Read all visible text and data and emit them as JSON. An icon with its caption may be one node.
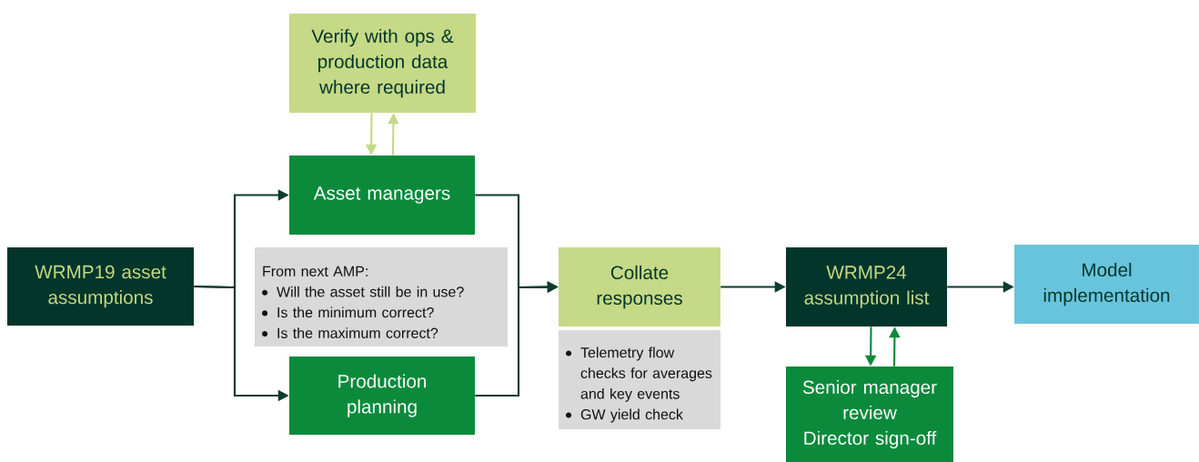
{
  "diagram": {
    "nodes": [
      {
        "text": [
          "WRMP19 asset assumptions"
        ]
      },
      {
        "text": [
          "Verify with ops & production data where required"
        ]
      },
      {
        "text": [
          "Asset managers"
        ]
      },
      {
        "text": [
          "From next AMP:",
          "Will the asset still be in use?",
          "Is the minimum correct?",
          "Is the maximum correct?"
        ]
      },
      {
        "text": [
          "Production planning"
        ]
      },
      {
        "text": [
          "Collate responses"
        ]
      },
      {
        "text": [
          "Telemetry flow checks for averages and key events",
          "GW yield check"
        ]
      },
      {
        "text": [
          "WRMP24 assumption list"
        ]
      },
      {
        "text": [
          "Senior manager review",
          "Director sign-off"
        ]
      },
      {
        "text": [
          "Model implementation"
        ]
      }
    ],
    "edges": [
      {
        "from": 0,
        "to": 2,
        "arrow": "to"
      },
      {
        "from": 0,
        "to": 4,
        "arrow": "to"
      },
      {
        "from": 1,
        "to": 2,
        "arrow": "to",
        "color": "#c5d986"
      },
      {
        "from": 2,
        "to": 1,
        "arrow": "to",
        "color": "#c5d986"
      },
      {
        "from": 2,
        "to": 5,
        "arrow": "to"
      },
      {
        "from": 4,
        "to": 5,
        "arrow": "to"
      },
      {
        "from": 5,
        "to": 7,
        "arrow": "to"
      },
      {
        "from": 7,
        "to": 9,
        "arrow": "to"
      },
      {
        "from": 7,
        "to": 8,
        "arrow": "to",
        "color": "#0b8a3c"
      },
      {
        "from": 8,
        "to": 7,
        "arrow": "to",
        "color": "#0b8a3c"
      }
    ]
  }
}
